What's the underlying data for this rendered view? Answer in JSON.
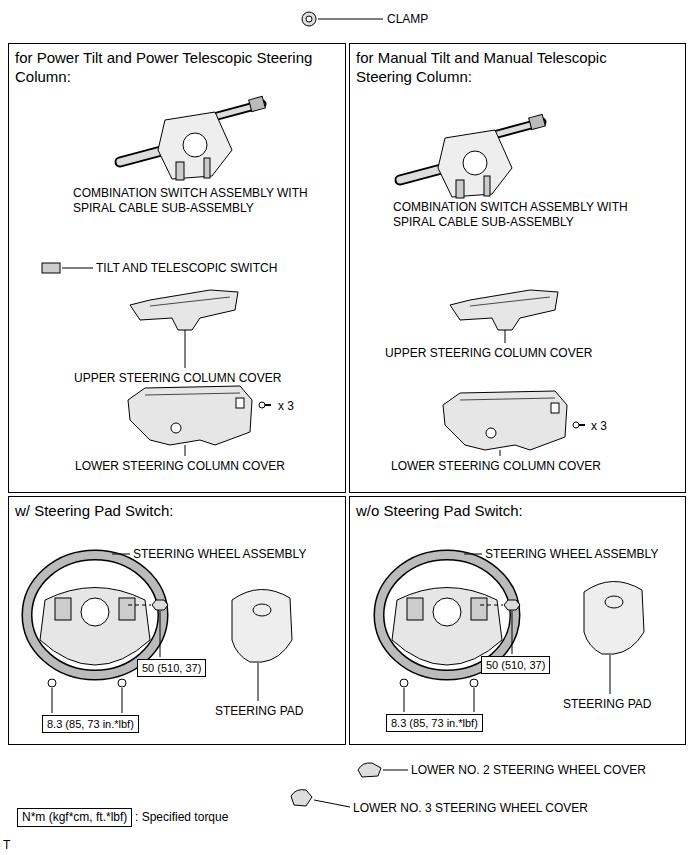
{
  "diagram": {
    "nodes": [
      {
        "text": [
          "for Power Tilt and Power Telescopic Steering Column:"
        ]
      },
      {
        "text": [
          "for Manual Tilt and Manual Telescopic Steering Column:"
        ]
      },
      {
        "text": [
          "w/ Steering Pad Switch:"
        ]
      },
      {
        "text": [
          "w/o Steering Pad Switch:"
        ]
      },
      {
        "text": [
          "50 (510, 37)"
        ],
        "in": 2
      },
      {
        "text": [
          "8.3 (85, 73 in.*lbf)"
        ],
        "in": 2
      },
      {
        "text": [
          "50 (510, 37)"
        ],
        "in": 3
      },
      {
        "text": [
          "8.3 (85, 73 in.*lbf)"
        ],
        "in": 3
      },
      {
        "text": [
          "N*m (kgf*cm, ft.*lbf)"
        ]
      }
    ],
    "labels": [
      "CLAMP",
      "COMBINATION SWITCH ASSEMBLY WITH SPIRAL CABLE SUB-ASSEMBLY",
      "TILT AND TELESCOPIC SWITCH",
      "UPPER STEERING COLUMN COVER",
      "x 3",
      "LOWER STEERING COLUMN COVER",
      "COMBINATION SWITCH ASSEMBLY WITH SPIRAL CABLE SUB-ASSEMBLY",
      "UPPER STEERING COLUMN COVER",
      "x 3",
      "LOWER STEERING COLUMN COVER",
      "STEERING WHEEL ASSEMBLY",
      "STEERING PAD",
      "STEERING WHEEL ASSEMBLY",
      "STEERING PAD",
      "LOWER NO. 2 STEERING WHEEL COVER",
      "LOWER NO. 3 STEERING WHEEL COVER",
      ": Specified torque",
      "T"
    ]
  }
}
